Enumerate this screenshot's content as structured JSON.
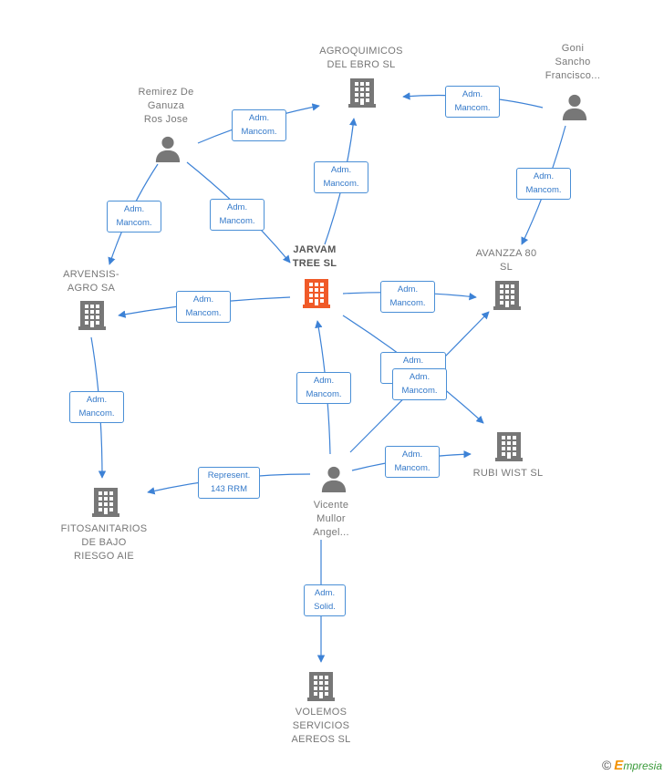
{
  "colors": {
    "edge": "#3d82d6",
    "box_border": "#4a8fd6",
    "box_text": "#3479c9",
    "icon_gray": "#777777",
    "icon_main": "#f05a28",
    "label": "#777777"
  },
  "nodes": {
    "agroquimicos": {
      "label": "AGROQUIMICOS\nDEL EBRO SL",
      "icon": "building-icon"
    },
    "goni": {
      "label": "Goni\nSancho\nFrancisco...",
      "icon": "person-icon"
    },
    "remirez": {
      "label": "Remirez De\nGanuza\nRos Jose",
      "icon": "person-icon"
    },
    "jarvam": {
      "label": "JARVAM\nTREE  SL",
      "icon": "building-icon"
    },
    "avanzza": {
      "label": "AVANZZA 80\nSL",
      "icon": "building-icon"
    },
    "arvensis": {
      "label": "ARVENSIS-\nAGRO SA",
      "icon": "building-icon"
    },
    "rubi": {
      "label": "RUBI WIST SL",
      "icon": "building-icon"
    },
    "vicente": {
      "label": "Vicente\nMullor\nAngel...",
      "icon": "person-icon"
    },
    "fitosanitarios": {
      "label": "FITOSANITARIOS\nDE BAJO\nRIESGO AIE",
      "icon": "building-icon"
    },
    "volemos": {
      "label": "VOLEMOS\nSERVICIOS\nAEREOS SL",
      "icon": "building-icon"
    }
  },
  "roles": {
    "r1": "Adm.\nMancom.",
    "r2": "Adm.\nMancom.",
    "r3": "Adm.\nMancom.",
    "r4": "Adm.\nMancom.",
    "r5": "Adm.\nMancom.",
    "r6": "Adm.\nMancom.",
    "r7": "Adm.\nMancom.",
    "r8": "Adm.\nMancom.",
    "r9": "Adm.\nMancom.",
    "r10": "Adm.\nMancom.",
    "r11": "Adm.\nMancom.",
    "r12": "Adm.\nMancom.",
    "r13": "Adm.\nMancom.",
    "r14": "Represent.\n143 RRM",
    "r15": "Adm.\nSolid."
  },
  "footer": {
    "copyright": "©",
    "brand_first": "E",
    "brand_rest": "mpresia"
  }
}
